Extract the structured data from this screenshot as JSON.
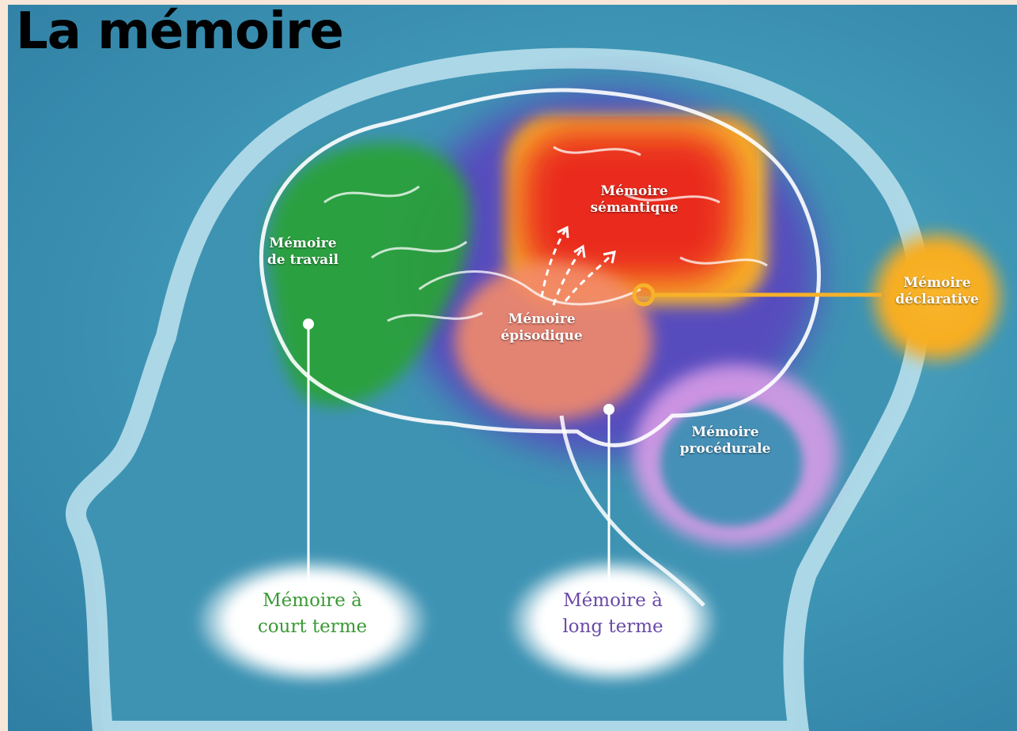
{
  "title": "La mémoire",
  "labels": {
    "travail": [
      "Mémoire",
      "de travail"
    ],
    "semantique": [
      "Mémoire",
      "sémantique"
    ],
    "episodique": [
      "Mémoire",
      "épisodique"
    ],
    "declarative": [
      "Mémoire",
      "déclarative"
    ],
    "procedurale": [
      "Mémoire",
      "procédurale"
    ],
    "court_terme": [
      "Mémoire à",
      "court terme"
    ],
    "long_terme": [
      "Mémoire à",
      "long terme"
    ]
  },
  "colors": {
    "working": "#2e9a3c",
    "semantic": "#e8231f",
    "episodic": "#f07a4a",
    "declarative": "#f7b12a",
    "procedural": "#c78ad8",
    "longterm_region": "#6a3fb4",
    "short_term_text": "#3a9a35",
    "long_term_text": "#6a4aa8"
  }
}
